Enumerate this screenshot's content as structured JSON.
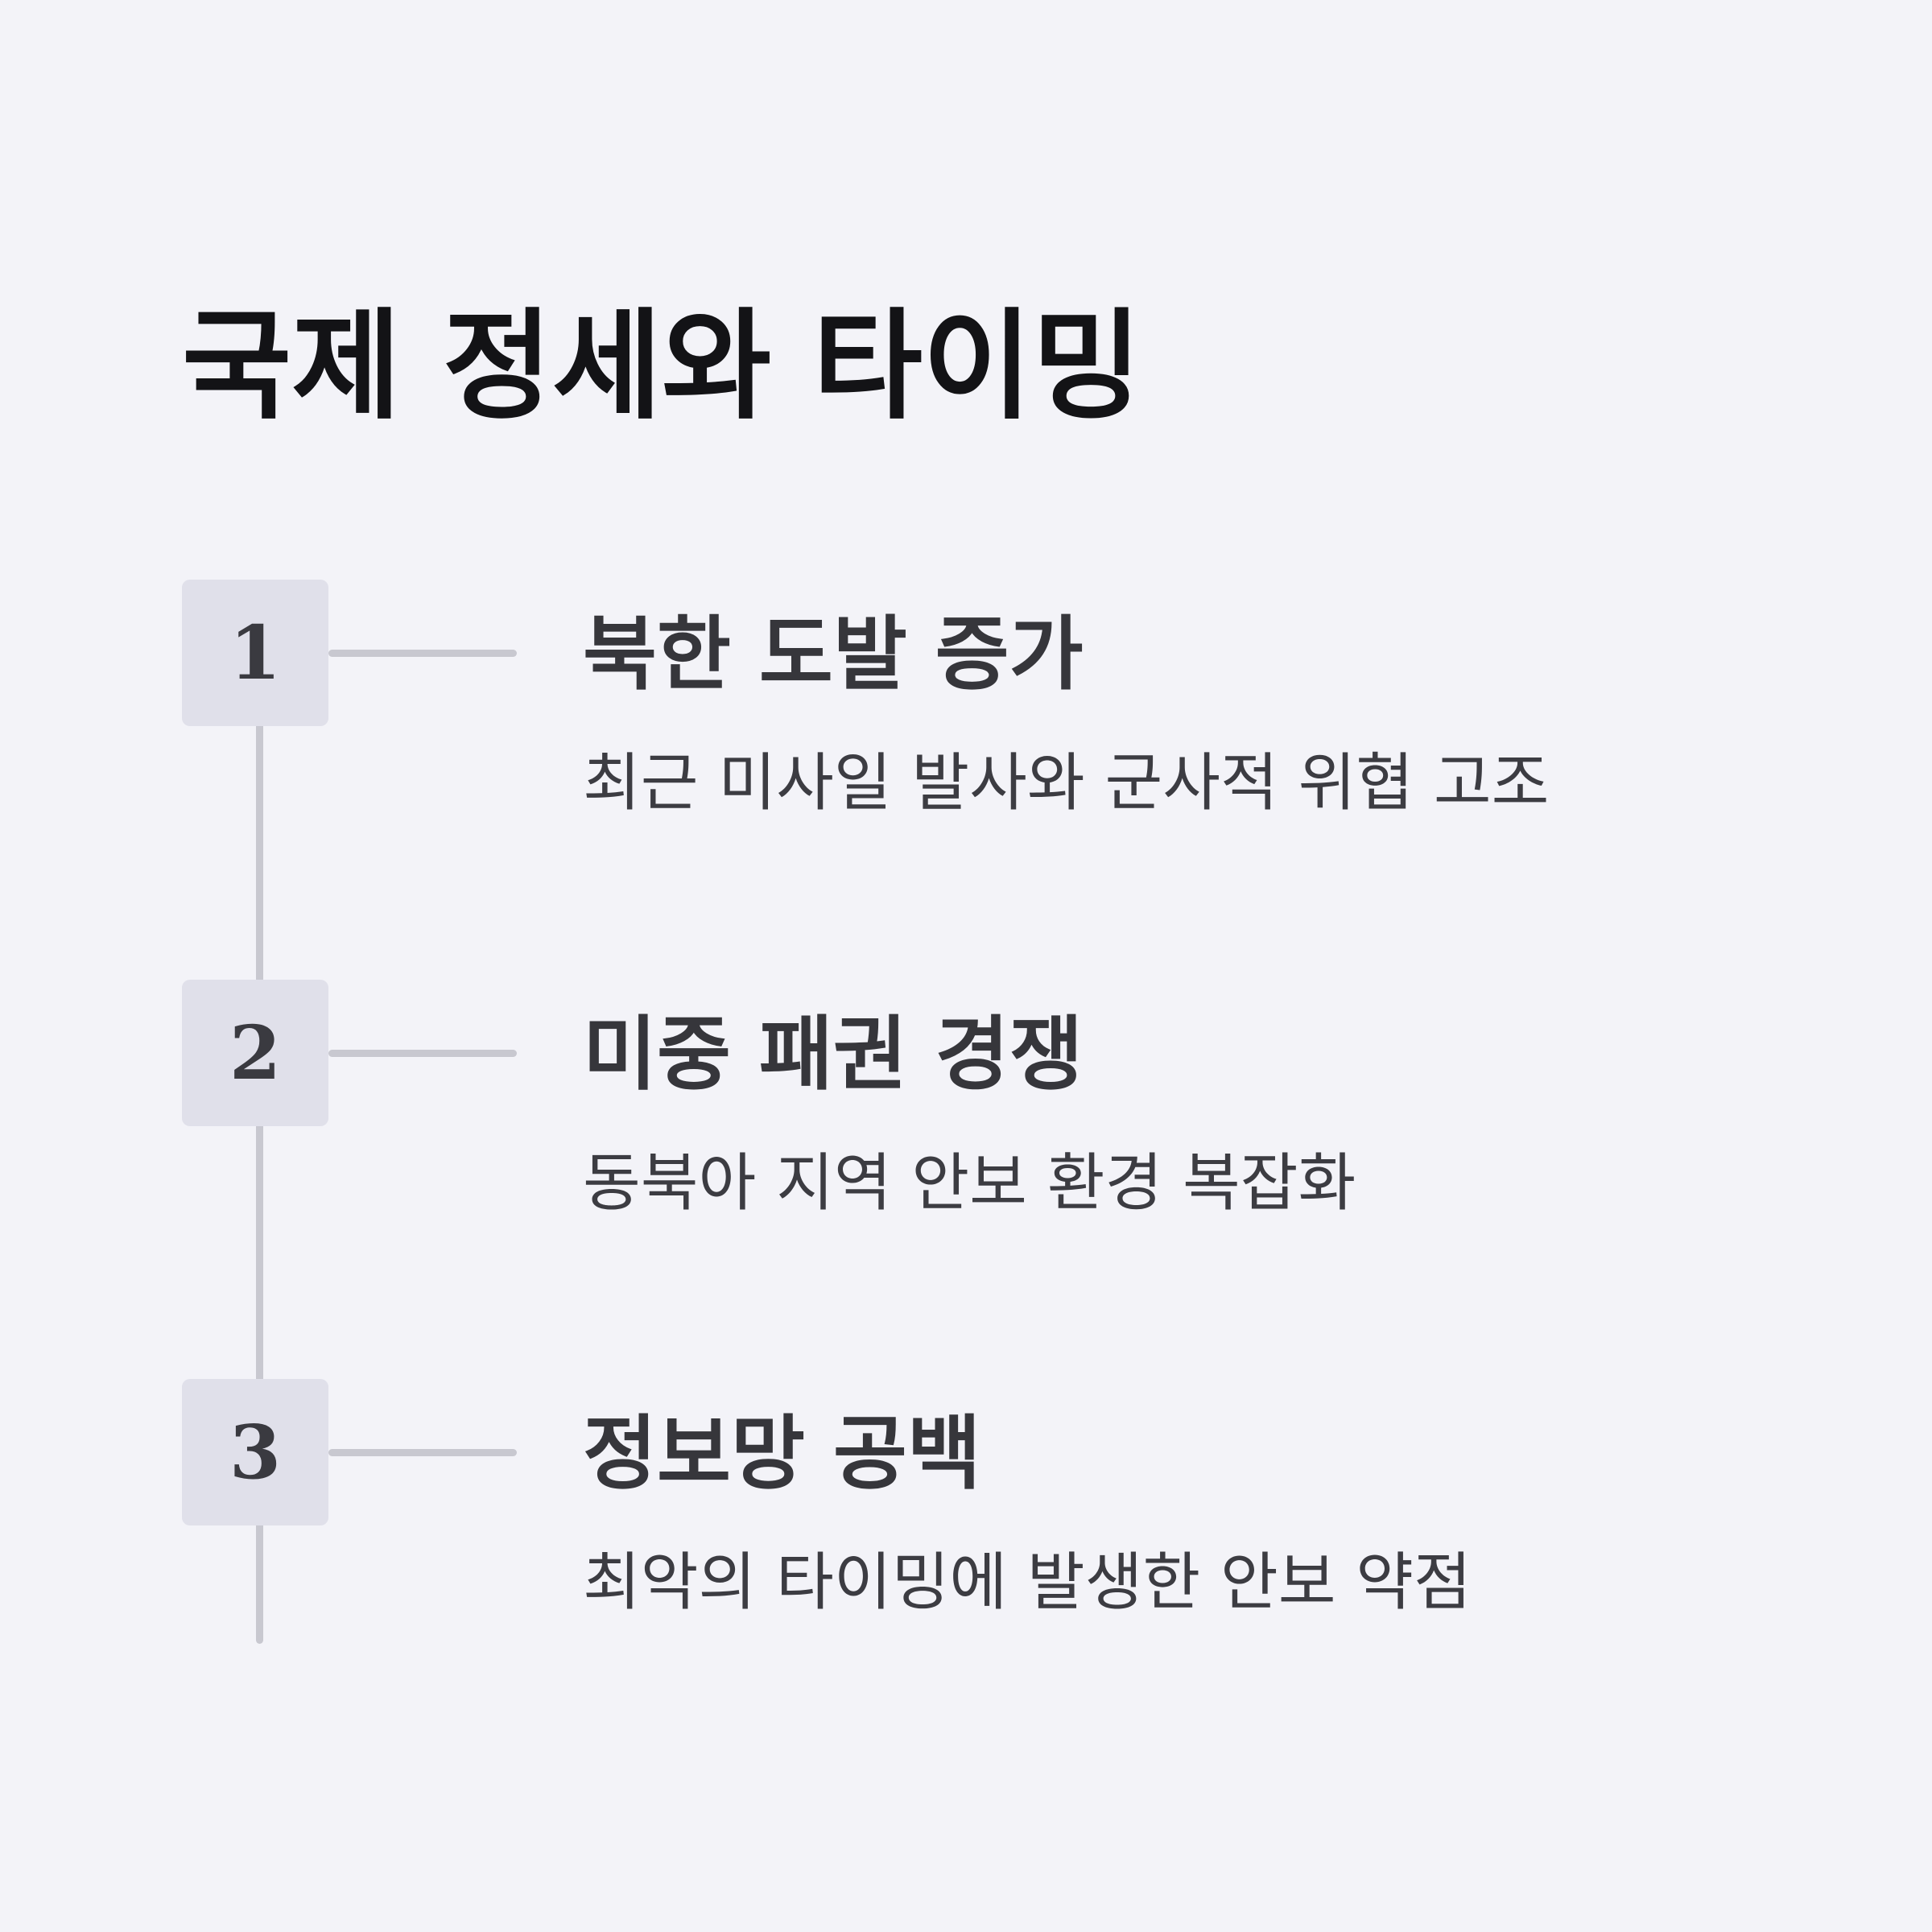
{
  "title": "국제 정세와 타이밍",
  "steps": [
    {
      "number": "1",
      "heading": "북한 도발 증가",
      "description": "최근 미사일 발사와 군사적 위협 고조"
    },
    {
      "number": "2",
      "heading": "미중 패권 경쟁",
      "description": "동북아 지역 안보 환경 복잡화"
    },
    {
      "number": "3",
      "heading": "정보망 공백",
      "description": "최악의 타이밍에 발생한 안보 약점"
    }
  ],
  "colors": {
    "background": "#f3f3f8",
    "title": "#131316",
    "box": "#e0e0ea",
    "line": "#c8c8d0",
    "text": "#36363b"
  }
}
